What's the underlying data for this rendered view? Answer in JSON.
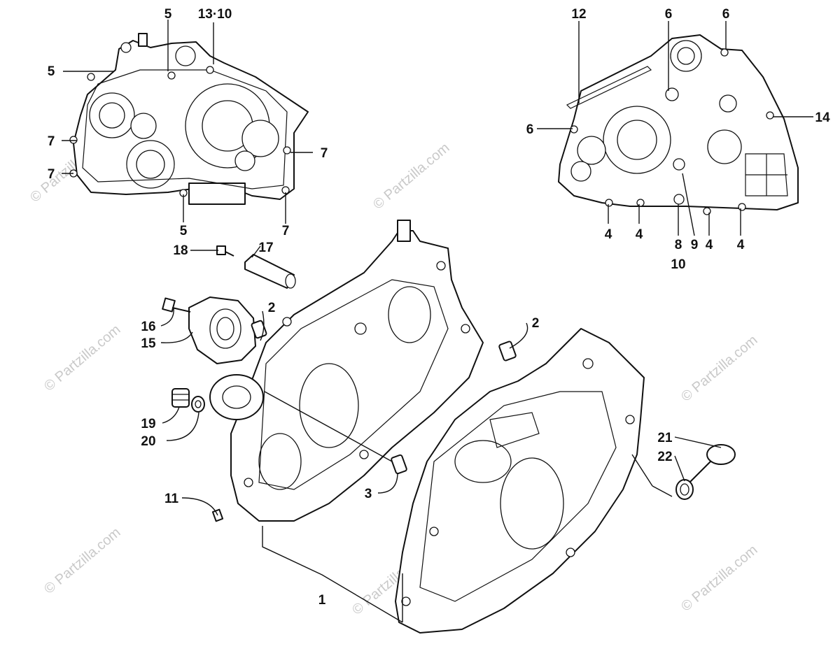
{
  "watermark": "© Partzilla.com",
  "callouts": [
    {
      "id": "c1",
      "text": "1"
    },
    {
      "id": "c2a",
      "text": "2"
    },
    {
      "id": "c2b",
      "text": "2"
    },
    {
      "id": "c3",
      "text": "3"
    },
    {
      "id": "c4a",
      "text": "4"
    },
    {
      "id": "c4b",
      "text": "4"
    },
    {
      "id": "c4c",
      "text": "4"
    },
    {
      "id": "c4d",
      "text": "4"
    },
    {
      "id": "c5a",
      "text": "5"
    },
    {
      "id": "c5b",
      "text": "5"
    },
    {
      "id": "c5c",
      "text": "5"
    },
    {
      "id": "c6a",
      "text": "6"
    },
    {
      "id": "c6b",
      "text": "6"
    },
    {
      "id": "c6c",
      "text": "6"
    },
    {
      "id": "c7a",
      "text": "7"
    },
    {
      "id": "c7b",
      "text": "7"
    },
    {
      "id": "c7c",
      "text": "7"
    },
    {
      "id": "c7d",
      "text": "7"
    },
    {
      "id": "c8",
      "text": "8"
    },
    {
      "id": "c9",
      "text": "9"
    },
    {
      "id": "c10",
      "text": "10"
    },
    {
      "id": "c11",
      "text": "11"
    },
    {
      "id": "c12",
      "text": "12"
    },
    {
      "id": "c1310",
      "text": "13·10"
    },
    {
      "id": "c14",
      "text": "14"
    },
    {
      "id": "c15",
      "text": "15"
    },
    {
      "id": "c16",
      "text": "16"
    },
    {
      "id": "c17",
      "text": "17"
    },
    {
      "id": "c18",
      "text": "18"
    },
    {
      "id": "c19",
      "text": "19"
    },
    {
      "id": "c20",
      "text": "20"
    },
    {
      "id": "c21",
      "text": "21"
    },
    {
      "id": "c22",
      "text": "22"
    }
  ]
}
